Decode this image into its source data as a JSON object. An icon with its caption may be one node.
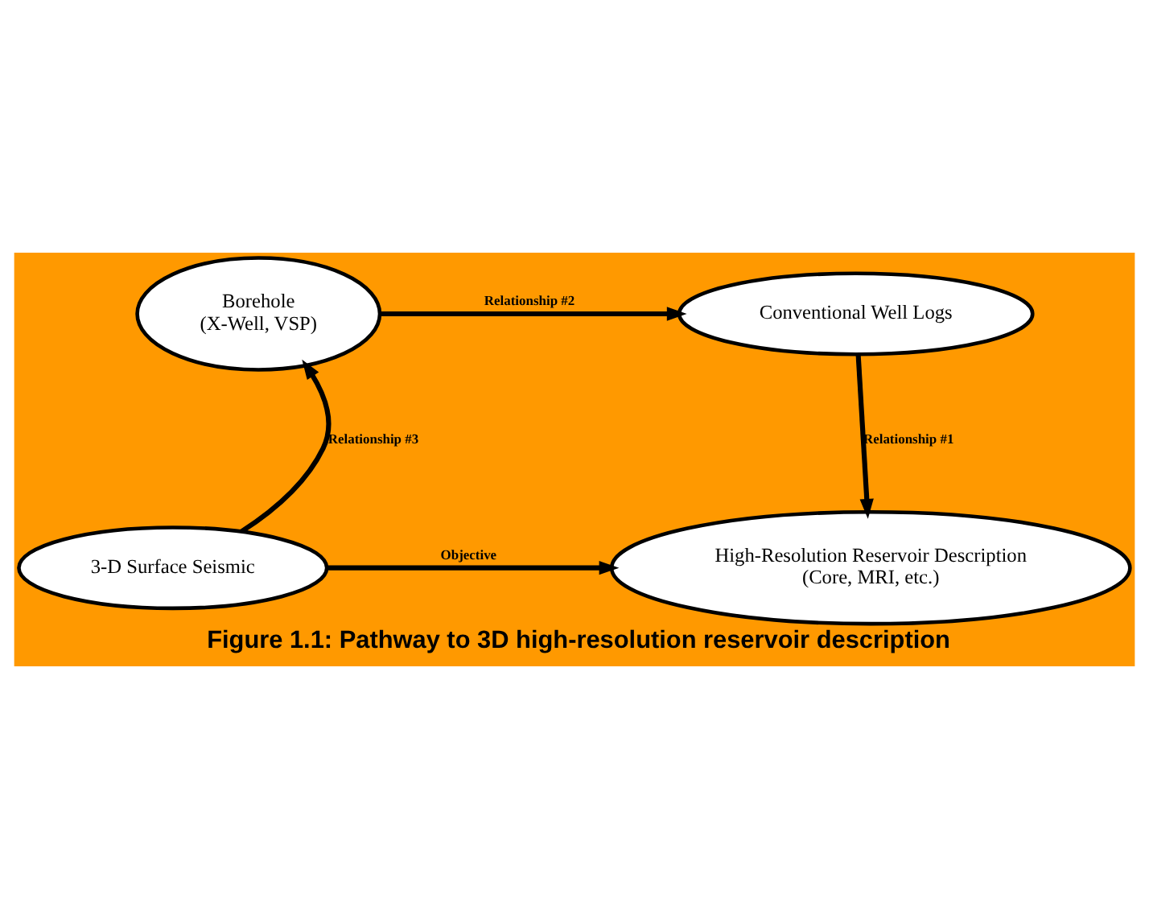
{
  "diagram": {
    "caption": "Figure 1.1: Pathway to 3D high-resolution reservoir description",
    "nodes": [
      {
        "text": [
          "Borehole",
          "(X-Well, VSP)"
        ]
      },
      {
        "text": [
          "Conventional Well Logs"
        ]
      },
      {
        "text": [
          "3-D Surface Seismic"
        ]
      },
      {
        "text": [
          "High-Resolution Reservoir Description",
          "(Core, MRI, etc.)"
        ]
      }
    ],
    "edges": [
      {
        "from": 0,
        "to": 1,
        "arrow": "to",
        "label": "Relationship #2"
      },
      {
        "from": 1,
        "to": 3,
        "arrow": "to",
        "label": "Relationship #1"
      },
      {
        "from": 2,
        "to": 0,
        "arrow": "to",
        "label": "Relationship #3"
      },
      {
        "from": 2,
        "to": 3,
        "arrow": "to",
        "label": "Objective"
      }
    ]
  }
}
